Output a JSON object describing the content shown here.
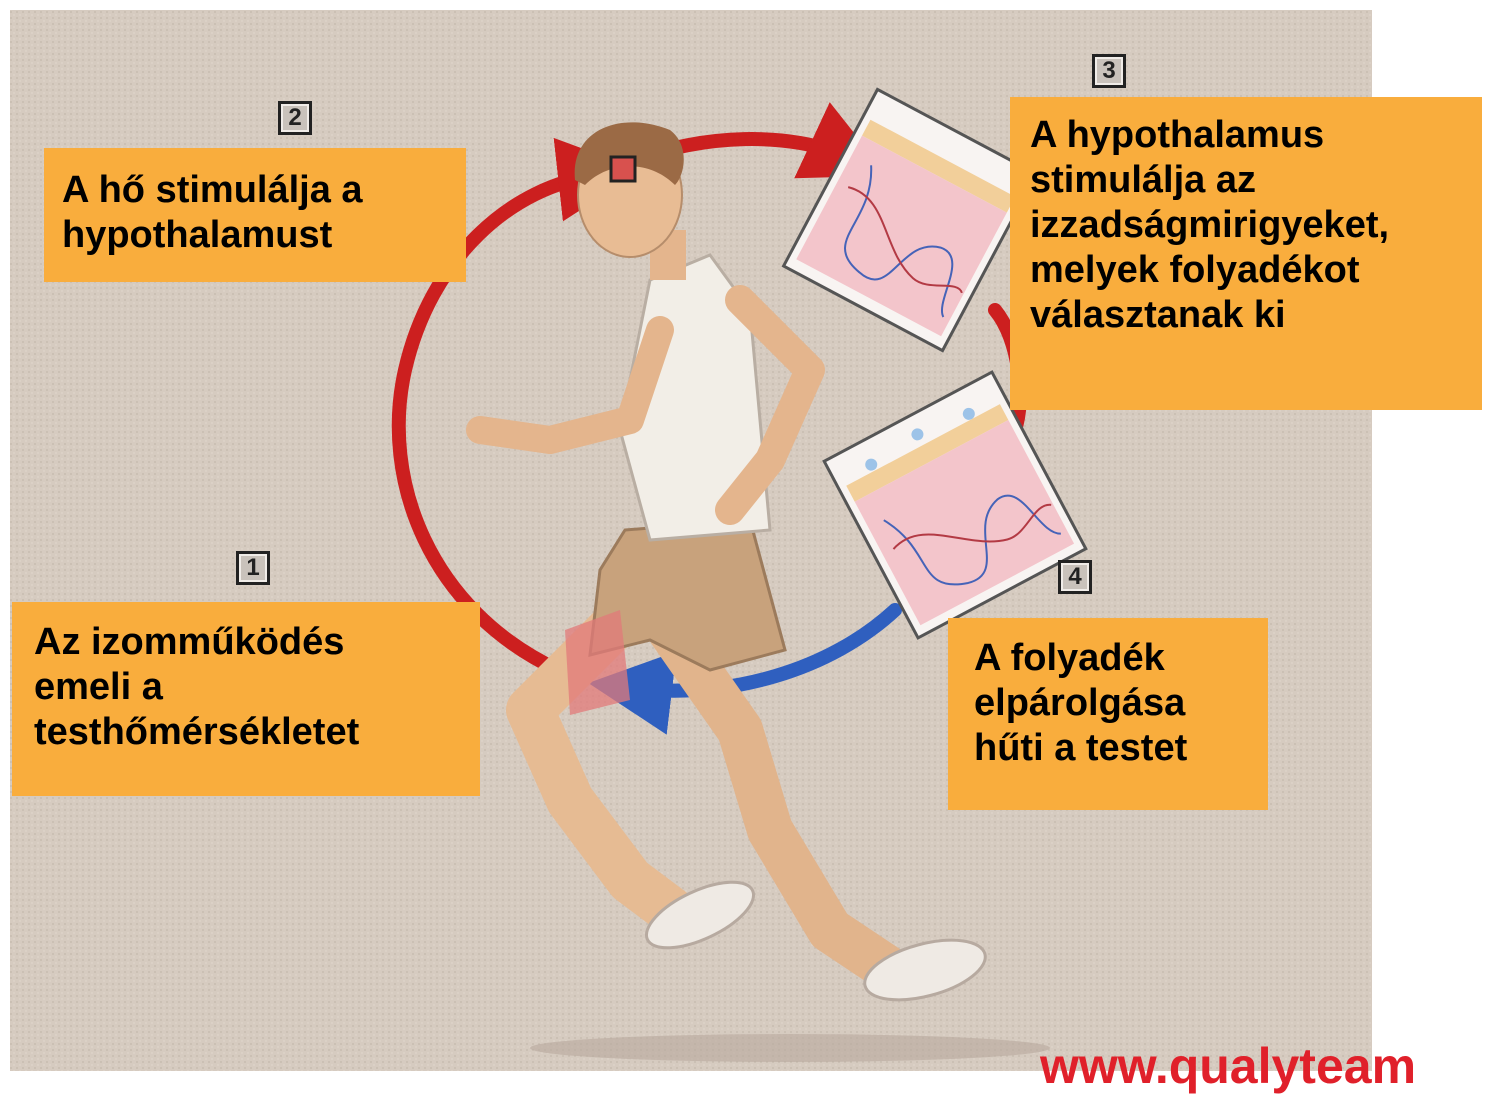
{
  "steps": [
    {
      "number": "1",
      "lines": [
        "Az izomműködés",
        "emeli a",
        "testhőmérsékletet"
      ]
    },
    {
      "number": "2",
      "lines": [
        "A hő stimulálja a",
        "hypothalamust"
      ]
    },
    {
      "number": "3",
      "lines": [
        "A hypothalamus",
        "stimulálja az",
        "izzadságmirigyeket,",
        "melyek folyadékot",
        "választanak ki"
      ]
    },
    {
      "number": "4",
      "lines": [
        "A folyadék",
        "elpárolgása",
        "hűti a testet"
      ]
    }
  ],
  "footer": {
    "url": "www.qualyteam"
  },
  "colors": {
    "label_background": "#f9ad3d",
    "heat_arrow": "#cc1f1f",
    "cooling_arrow": "#2f5fbf",
    "url_text": "#e0202a"
  },
  "icons": [
    "runner-figure",
    "skin-cross-section",
    "hypothalamus-marker",
    "heat-arrow",
    "cooling-arrow"
  ]
}
